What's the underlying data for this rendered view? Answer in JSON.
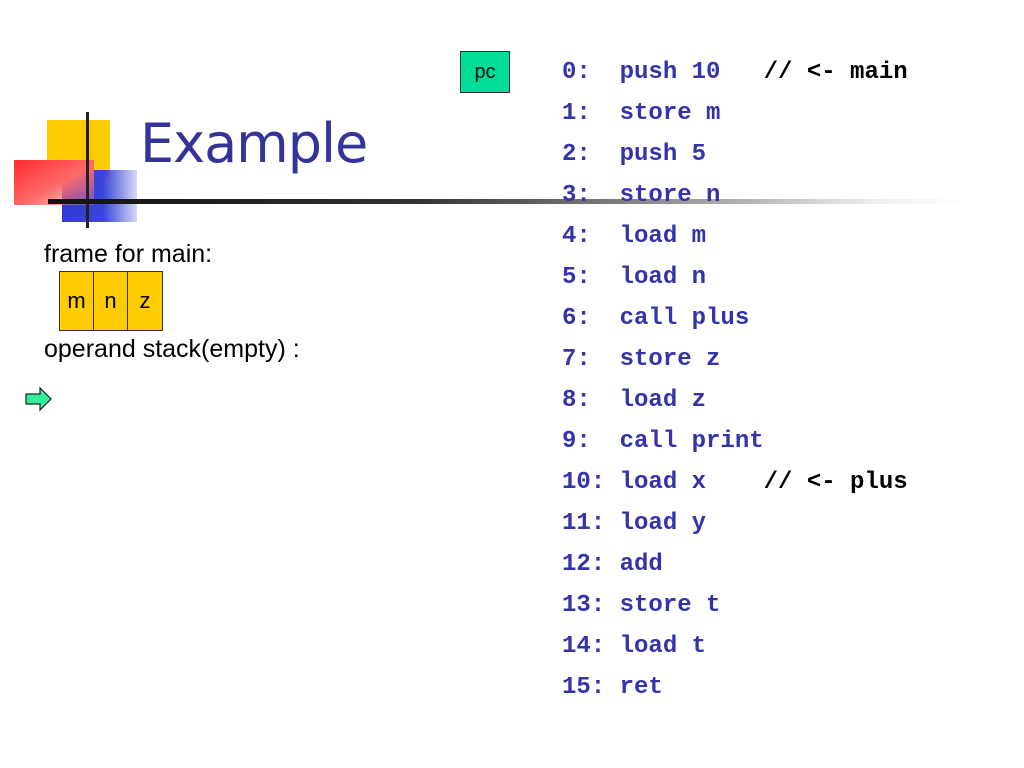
{
  "slide": {
    "title": "Example",
    "pc_label": "pc",
    "frame_label": "frame for main:",
    "frame_cells": [
      "m",
      "n",
      "z"
    ],
    "operand_stack_label": "operand stack(empty) :"
  },
  "code": {
    "lines": [
      {
        "addr": "0:  ",
        "instr": "push 10   ",
        "comment": "// <- main"
      },
      {
        "addr": "1:  ",
        "instr": "store m",
        "comment": ""
      },
      {
        "addr": "2:  ",
        "instr": "push 5",
        "comment": ""
      },
      {
        "addr": "3:  ",
        "instr": "store n",
        "comment": ""
      },
      {
        "addr": "4:  ",
        "instr": "load m",
        "comment": ""
      },
      {
        "addr": "5:  ",
        "instr": "load n",
        "comment": ""
      },
      {
        "addr": "6:  ",
        "instr": "call plus",
        "comment": ""
      },
      {
        "addr": "7:  ",
        "instr": "store z",
        "comment": ""
      },
      {
        "addr": "8:  ",
        "instr": "load z",
        "comment": ""
      },
      {
        "addr": "9:  ",
        "instr": "call print",
        "comment": ""
      },
      {
        "addr": "10: ",
        "instr": "load x    ",
        "comment": "// <- plus"
      },
      {
        "addr": "11: ",
        "instr": "load y",
        "comment": ""
      },
      {
        "addr": "12: ",
        "instr": "add",
        "comment": ""
      },
      {
        "addr": "13: ",
        "instr": "store t",
        "comment": ""
      },
      {
        "addr": "14: ",
        "instr": "load t",
        "comment": ""
      },
      {
        "addr": "15: ",
        "instr": "ret",
        "comment": ""
      }
    ]
  },
  "icons": {
    "stack_pointer": "right-arrow-icon"
  },
  "colors": {
    "title": "#333399",
    "code": "#3333aa",
    "pc_box": "#00dd99",
    "frame_cell": "#ffcc00",
    "arrow": "#33ee99"
  }
}
